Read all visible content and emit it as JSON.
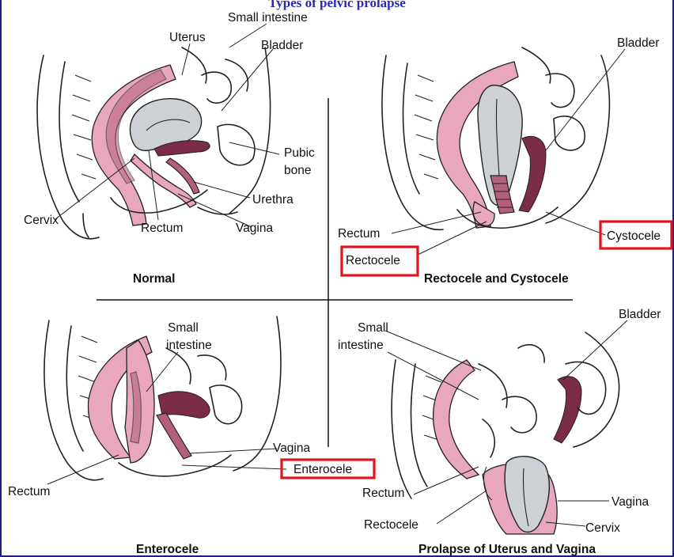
{
  "title": "Types of pelvic prolapse",
  "colors": {
    "highlight": "#e0141e",
    "tissue_pink": "#e9a6bf",
    "tissue_dark": "#7a2c48",
    "organ_gray": "#cdd0d4",
    "title_blue": "#2a2ab8",
    "border": "#1d1d8f"
  },
  "panels": {
    "normal": {
      "caption": "Normal",
      "labels": {
        "small_intestine": "Small intestine",
        "uterus": "Uterus",
        "bladder": "Bladder",
        "pubic_bone_1": "Pubic",
        "pubic_bone_2": "bone",
        "urethra": "Urethra",
        "cervix": "Cervix",
        "rectum": "Rectum",
        "vagina": "Vagina"
      }
    },
    "rectocele_cystocele": {
      "caption": "Rectocele and Cystocele",
      "labels": {
        "bladder": "Bladder",
        "rectum": "Rectum",
        "rectocele": "Rectocele",
        "cystocele": "Cystocele"
      }
    },
    "enterocele": {
      "caption": "Enterocele",
      "labels": {
        "small_intestine_1": "Small",
        "small_intestine_2": "intestine",
        "vagina": "Vagina",
        "enterocele": "Enterocele",
        "rectum": "Rectum"
      }
    },
    "prolapse": {
      "caption": "Prolapse of Uterus and Vagina",
      "labels": {
        "small_intestine_1": "Small",
        "small_intestine_2": "intestine",
        "bladder": "Bladder",
        "rectum": "Rectum",
        "vagina": "Vagina",
        "rectocele": "Rectocele",
        "cervix": "Cervix"
      }
    }
  }
}
